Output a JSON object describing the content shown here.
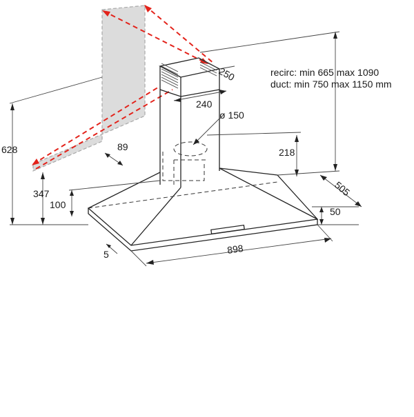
{
  "diagram": {
    "dimensions": {
      "height_total": "628",
      "height_chimney_bottom": "347",
      "height_hood_body": "100",
      "depth_front": "89",
      "chimney_depth": "250",
      "chimney_width": "240",
      "duct_diameter": "ø 150",
      "outlet_height": "218",
      "hood_depth": "505",
      "edge_height": "50",
      "edge_offset": "5",
      "hood_width": "898"
    },
    "notes": {
      "recirc": "recirc: min 665  max 1090",
      "duct": "duct: min 750  max 1150 mm"
    },
    "colors": {
      "line": "#222222",
      "wall_fill": "#dcdcdc",
      "red_dash": "#e3231b"
    }
  }
}
